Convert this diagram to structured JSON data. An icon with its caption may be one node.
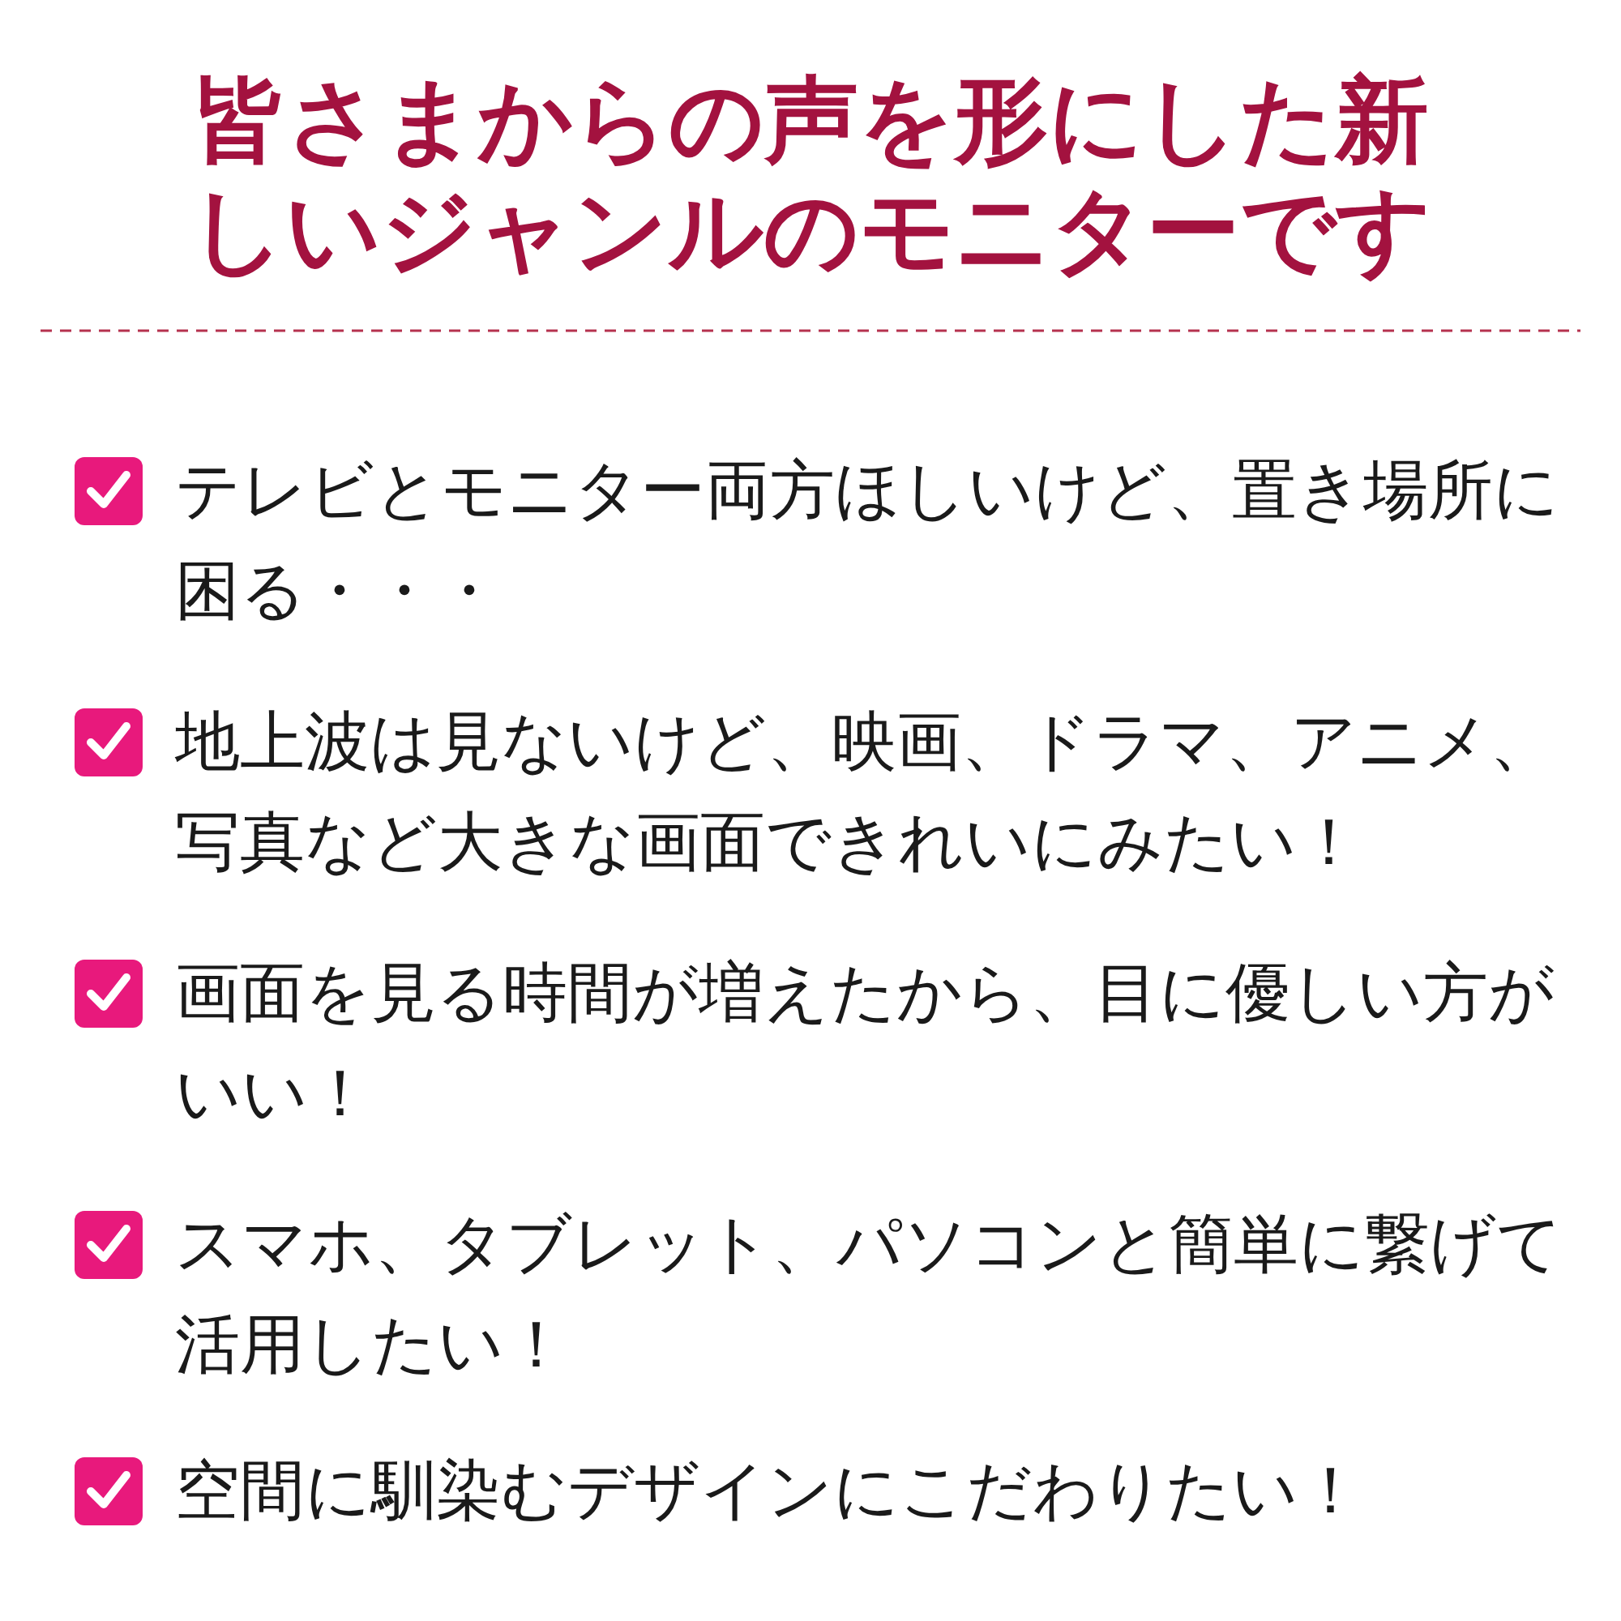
{
  "diagram": {
    "title": "皆さまからの声を形にした新しいジャンルのモニターです",
    "labels": [
      "テレビとモニター両方ほしいけど、置き場所に困る・・・",
      "地上波は見ないけど、映画、ドラマ、アニメ、写真など大きな画面できれいにみたい！",
      "画面を見る時間が増えたから、目に優しい方がいい！",
      "スマホ、タブレット、パソコンと簡単に繋げて活用したい！",
      "空間に馴染むデザインにこだわりたい！"
    ]
  }
}
